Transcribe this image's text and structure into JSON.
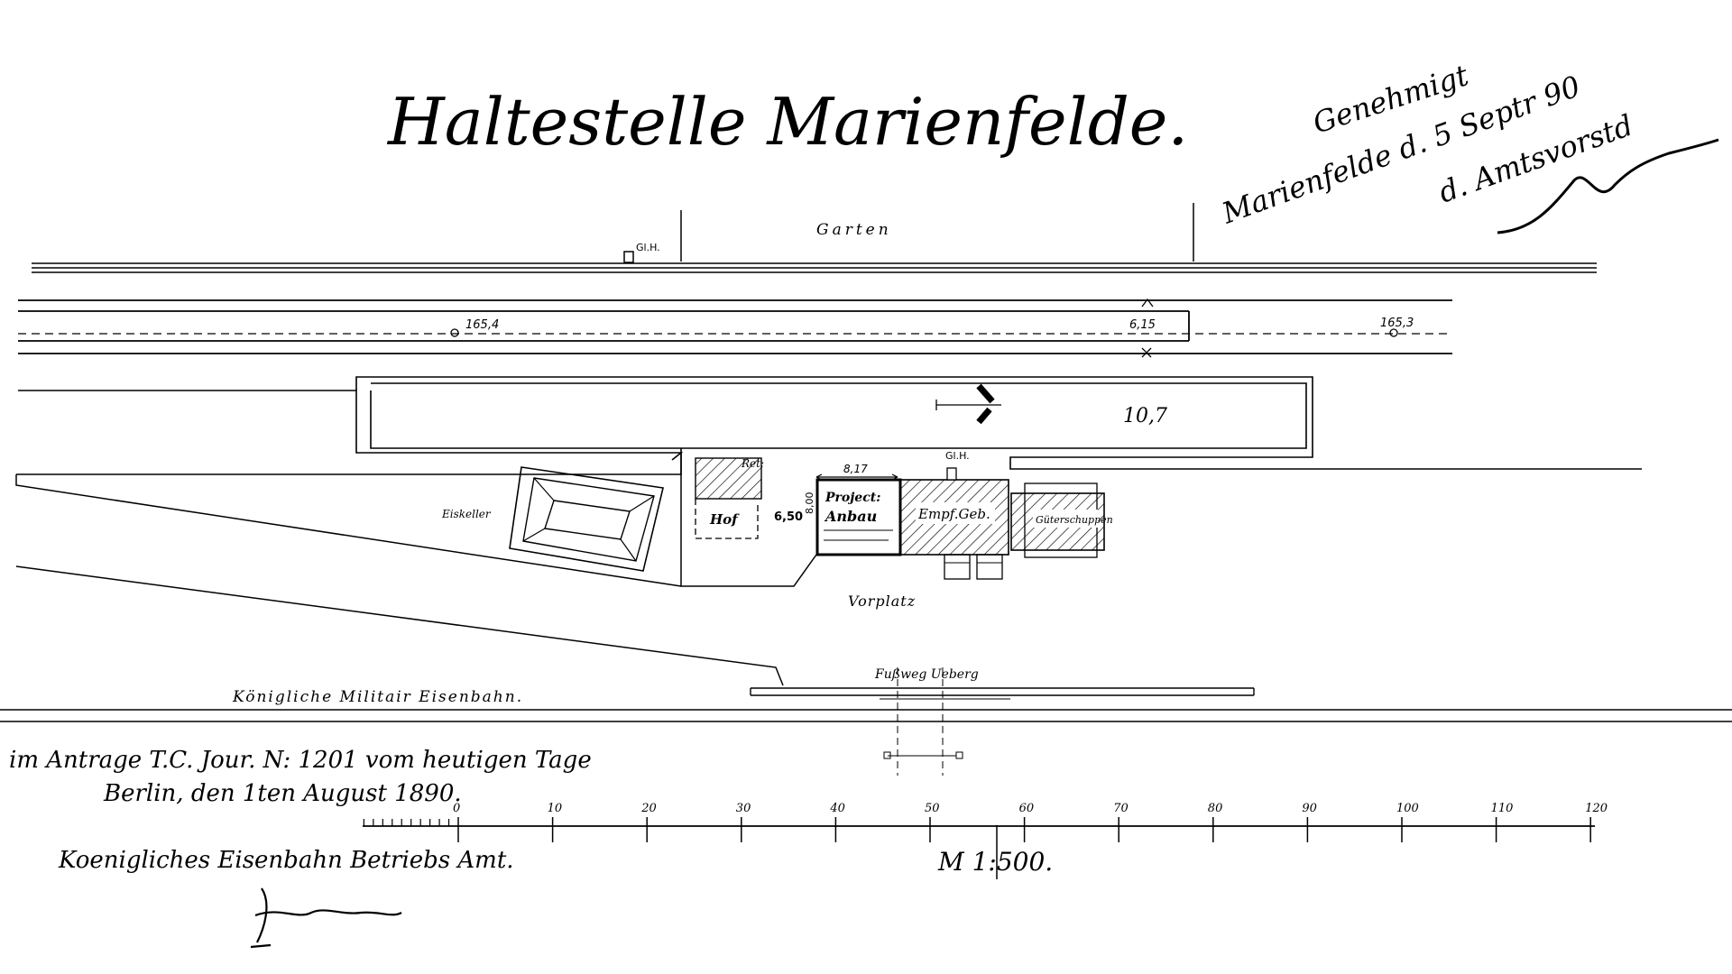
{
  "title": "Haltestelle Marienfelde.",
  "annotation_handwritten": {
    "line1": "Genehmigt",
    "line2": "Marienfelde d. 5 Septr 90",
    "line3": "d. Amtsvorstd"
  },
  "labels": {
    "garten": "Garten",
    "gh_top": "Gl.H.",
    "level_left": "165,4",
    "level_mid": "6,15",
    "level_right": "165,3",
    "platform_width": "10,7",
    "ret": "Ret:",
    "hof": "Hof",
    "dim_650": "6,50",
    "dim_800": "8,00",
    "dim_817": "8,17",
    "gh_station": "Gl.H.",
    "project_line1": "Project:",
    "project_line2": "Anbau",
    "empf": "Empf.Geb.",
    "gueter": "Güterschuppen",
    "eiskeller": "Eiskeller",
    "vorplatz": "Vorplatz",
    "fussweg": "Fußweg Ueberg",
    "military": "Königliche Militair Eisenbahn."
  },
  "footer": {
    "antrag": "im Antrage T.C. Jour. N: 1201 vom heutigen Tage",
    "place_date": "Berlin, den 1ten August 1890.",
    "office": "Koenigliches Eisenbahn Betriebs Amt.",
    "scale_label": "M 1:500."
  },
  "scale_bar": {
    "ticks": [
      "0",
      "10",
      "20",
      "30",
      "40",
      "50",
      "60",
      "70",
      "80",
      "90",
      "100",
      "110",
      "120"
    ]
  }
}
